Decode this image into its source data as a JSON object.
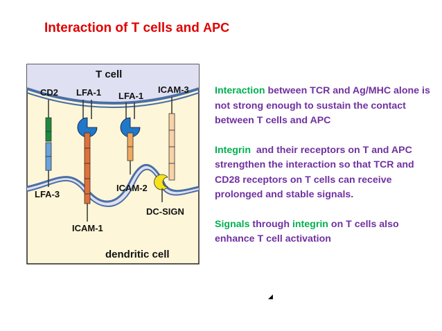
{
  "slide": {
    "title_main": "Interaction of T cells and ",
    "title_apc": "APC"
  },
  "diagram": {
    "t_cell_label": "T cell",
    "dendritic_cell_label": "dendritic cell",
    "labels": {
      "cd2": "CD2",
      "lfa1_left": "LFA-1",
      "lfa1_right": "LFA-1",
      "icam3": "ICAM-3",
      "lfa3": "LFA-3",
      "icam2": "ICAM-2",
      "icam1": "ICAM-1",
      "dcsign": "DC-SIGN"
    },
    "colors": {
      "t_cell_bg": "#dfe0f2",
      "dendritic_bg": "#fdf6d8",
      "membrane": "#4a6fa5",
      "lfa1_head": "#1f78c8",
      "icam1": "#e0703a",
      "icam2": "#f0a860",
      "icam3": "#f9d2a8",
      "cd2": "#1a8a3c",
      "lfa3": "#6aa3dc",
      "dcsign": "#f5e21a"
    }
  },
  "text": {
    "p1": {
      "green": "Interaction",
      "rest": " between TCR and Ag/MHC alone is not strong enough to sustain the contact between T cells and APC"
    },
    "p2": {
      "green": "Integrin",
      "rest": "  and their receptors on T and APC strengthen the interaction so that TCR and CD28 receptors on T cells can receive prolonged and stable signals."
    },
    "p3": {
      "green1": "Signals",
      "mid": " through ",
      "green2": "integrin",
      "rest": " on T cells also enhance T cell activation"
    }
  }
}
